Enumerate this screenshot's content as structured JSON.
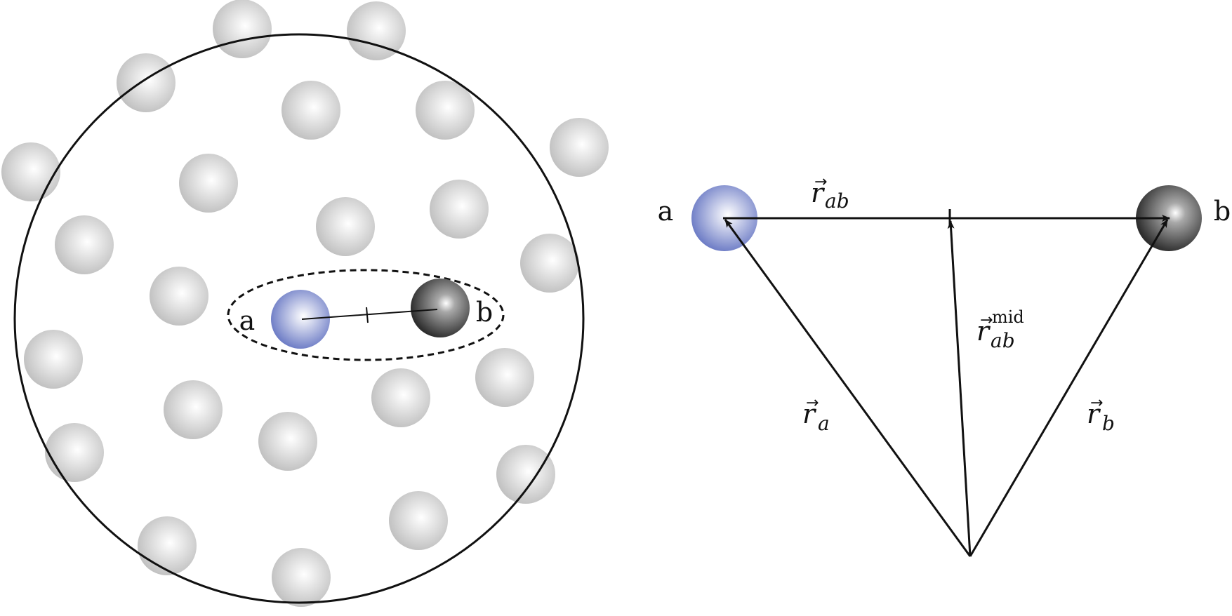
{
  "colors": {
    "outline": "#111111",
    "background_particle": "#c6c6c6",
    "particle_a": "#7282c9",
    "particle_b": "#3a3a3a"
  },
  "left_panel": {
    "label_a": "a",
    "label_b": "b"
  },
  "right_panel": {
    "label_a": "a",
    "label_b": "b",
    "vectors": {
      "r_ab": {
        "symbol": "r",
        "arrow": "⃗",
        "sub": "ab",
        "sup": ""
      },
      "r_ab_mid": {
        "symbol": "r",
        "arrow": "⃗",
        "sub": "ab",
        "sup": "mid"
      },
      "r_a": {
        "symbol": "r",
        "arrow": "⃗",
        "sub": "a",
        "sup": ""
      },
      "r_b": {
        "symbol": "r",
        "arrow": "⃗",
        "sub": "b",
        "sup": ""
      }
    }
  }
}
